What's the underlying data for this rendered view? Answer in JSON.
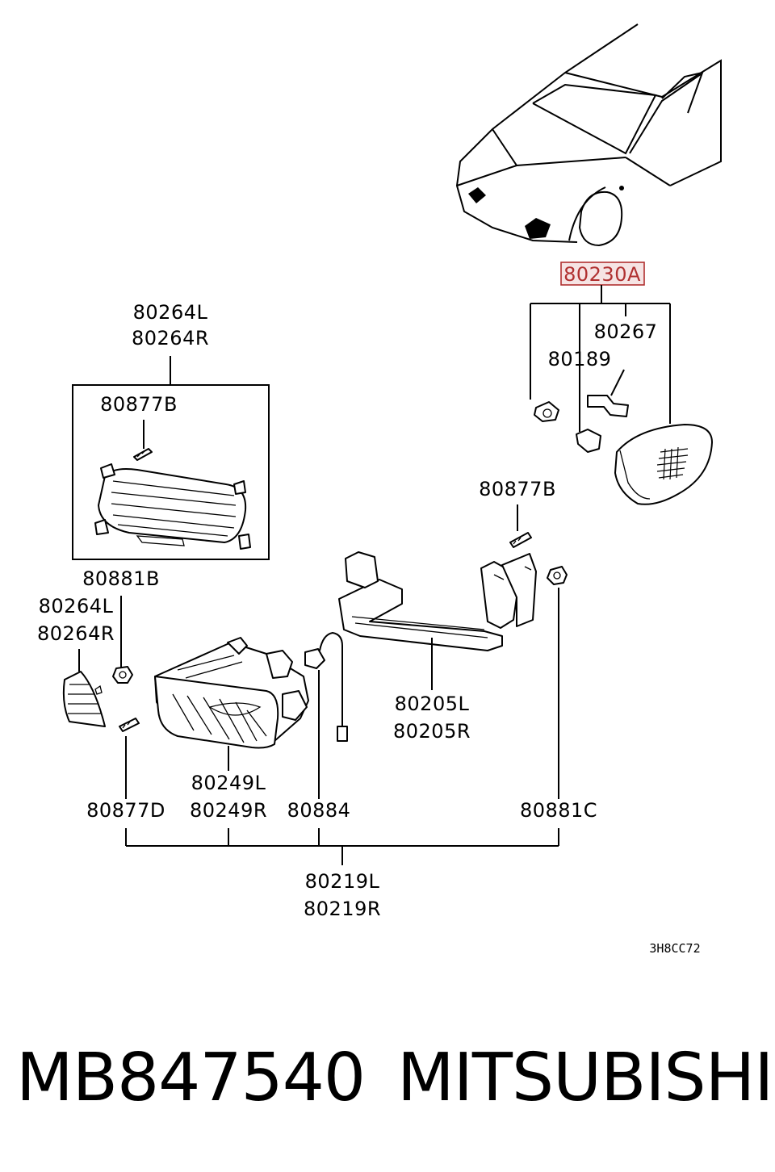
{
  "highlight_color": "#b03030",
  "callouts": {
    "assembly": "80230A",
    "c80267": "80267",
    "c80189": "80189",
    "c80877b_right": "80877B",
    "c80264_top_l": "80264L",
    "c80264_top_r": "80264R",
    "c80877b_left": "80877B",
    "c80881b": "80881B",
    "c80264_side_l": "80264L",
    "c80264_side_r": "80264R",
    "c80205l": "80205L",
    "c80205r": "80205R",
    "c80249l": "80249L",
    "c80249r": "80249R",
    "c80877d": "80877D",
    "c80884": "80884",
    "c80881c": "80881C",
    "c80219l": "80219L",
    "c80219r": "80219R"
  },
  "diagram_code": "3H8CC72",
  "footer": {
    "part_number": "MB847540",
    "brand": "MITSUBISHI"
  }
}
